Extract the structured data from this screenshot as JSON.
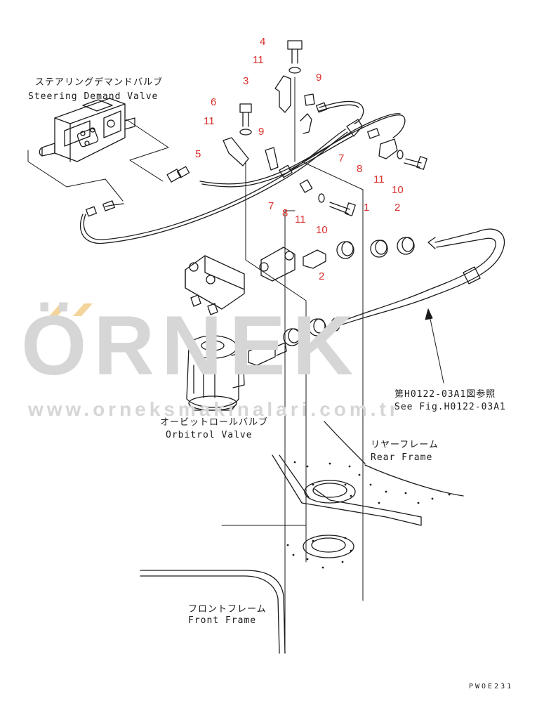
{
  "labels": {
    "steering_demand_valve_jp": "ステアリングデマンドバルブ",
    "steering_demand_valve_en": "Steering Demand Valve",
    "orbitrol_valve_jp": "オービットロールバルブ",
    "orbitrol_valve_en": "Orbitrol Valve",
    "see_fig_jp": "第H0122-03A1図参照",
    "see_fig_en": "See Fig.H0122-03A1",
    "rear_frame_jp": "リヤーフレーム",
    "rear_frame_en": "Rear Frame",
    "front_frame_jp": "フロントフレーム",
    "front_frame_en": "Front Frame"
  },
  "watermark": {
    "logo": "ÖRNEK",
    "url": "www.orneksmakinalari.com.tr"
  },
  "part_numbers": {
    "n4": "4",
    "n11a": "11",
    "n3": "3",
    "n9a": "9",
    "n6": "6",
    "n11b": "11",
    "n9b": "9",
    "n5": "5",
    "n7a": "7",
    "n8a": "8",
    "n11c": "11",
    "n10a": "10",
    "n7b": "7",
    "n8b": "8",
    "n11d": "11",
    "n10b": "10",
    "n1": "1",
    "n2a": "2",
    "n2b": "2"
  },
  "drawing_code": "PWOE231",
  "colors": {
    "callout": "#d9302c",
    "line": "#1a1a1a",
    "watermark": "#d6d6d6",
    "watermark_accent": "#f2d59a"
  }
}
